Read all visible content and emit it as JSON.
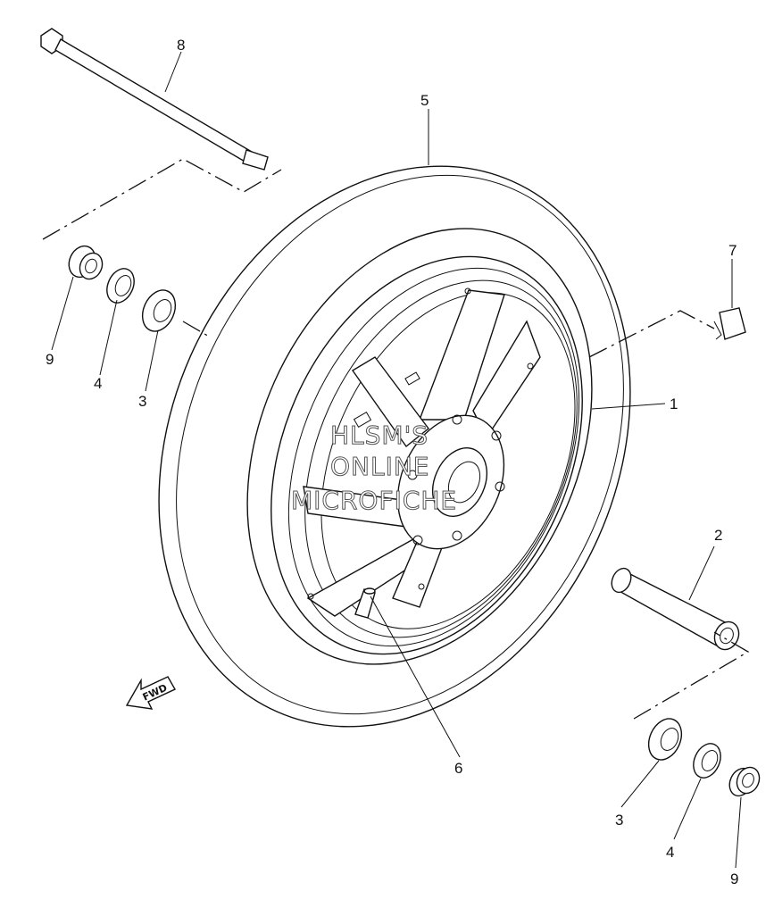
{
  "callouts": {
    "c1": "1",
    "c2": "2",
    "c3a": "3",
    "c3b": "3",
    "c4a": "4",
    "c4b": "4",
    "c5": "5",
    "c6": "6",
    "c7": "7",
    "c8": "8",
    "c9a": "9",
    "c9b": "9"
  },
  "watermark": {
    "line1": "HLSM'S",
    "line2": "ONLINE",
    "line3": "MICROFICHE"
  },
  "fwd_label": "FWD"
}
